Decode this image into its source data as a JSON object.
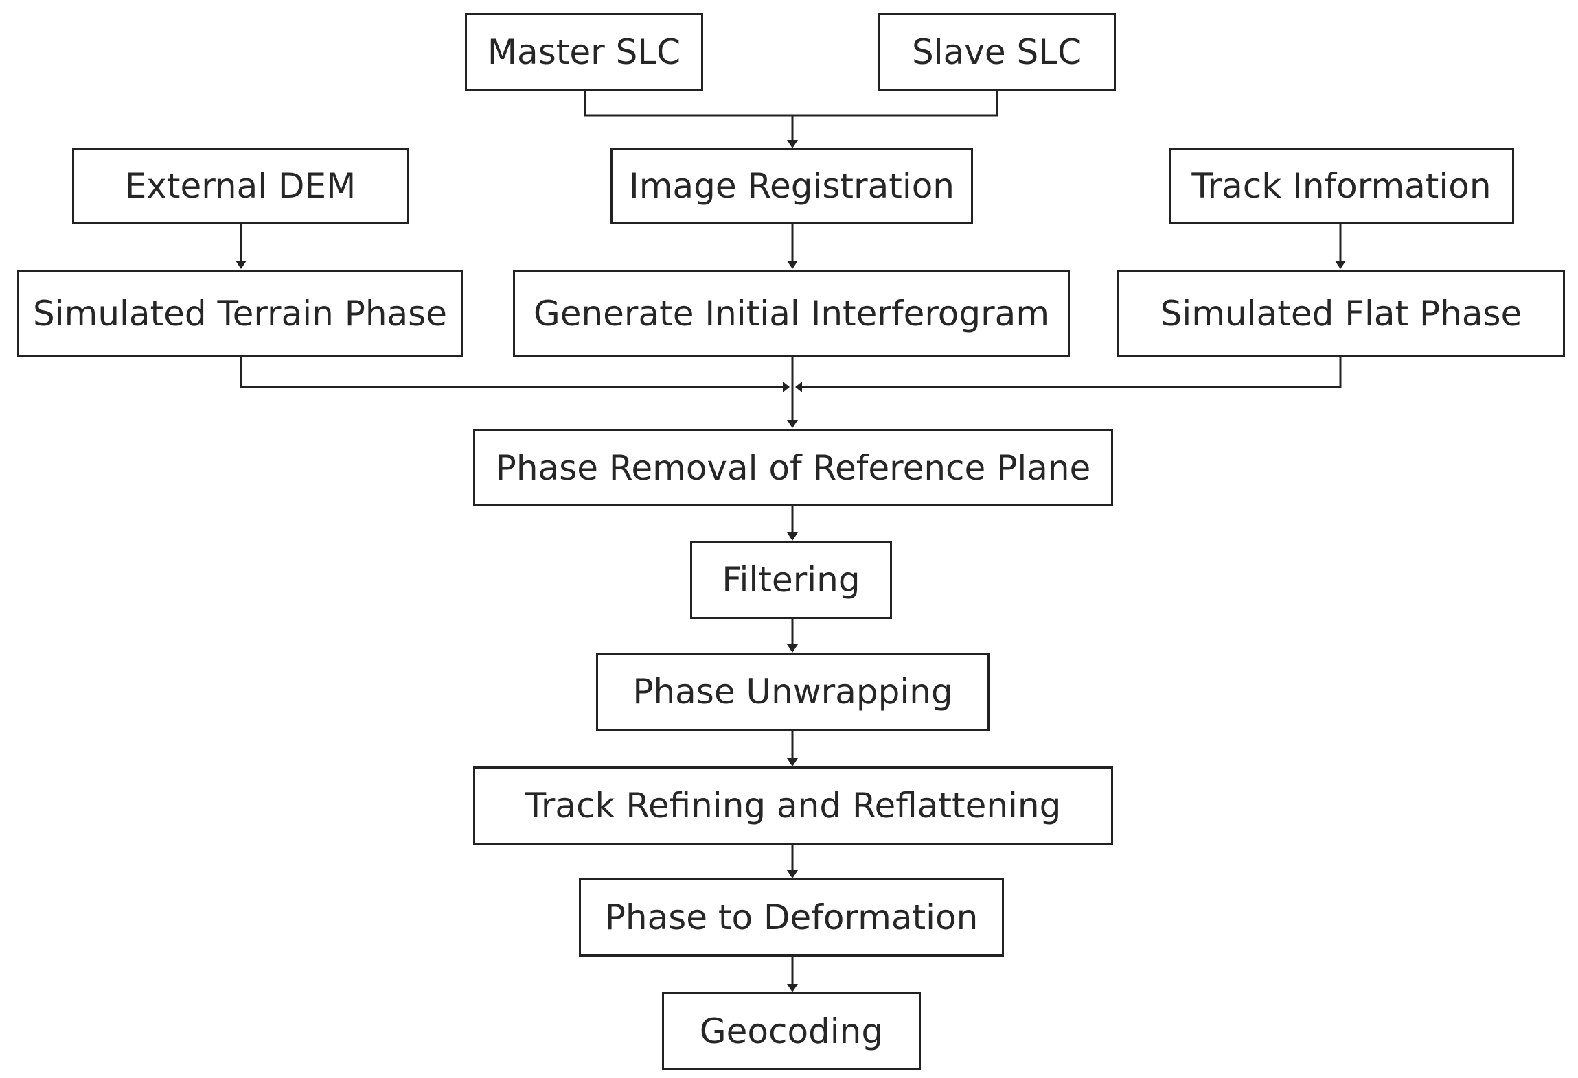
{
  "diagram": {
    "nodes": {
      "master_slc": "Master SLC",
      "slave_slc": "Slave SLC",
      "external_dem": "External DEM",
      "image_registration": "Image Registration",
      "track_information": "Track Information",
      "simulated_terrain_phase": "Simulated Terrain Phase",
      "generate_initial_interferogram": "Generate Initial Interferogram",
      "simulated_flat_phase": "Simulated Flat Phase",
      "phase_removal": "Phase Removal of Reference Plane",
      "filtering": "Filtering",
      "phase_unwrapping": "Phase Unwrapping",
      "track_refining": "Track Refining and Reflattening",
      "phase_to_deformation": "Phase to Deformation",
      "geocoding": "Geocoding"
    },
    "edges": [
      [
        "master_slc",
        "image_registration"
      ],
      [
        "slave_slc",
        "image_registration"
      ],
      [
        "external_dem",
        "simulated_terrain_phase"
      ],
      [
        "image_registration",
        "generate_initial_interferogram"
      ],
      [
        "track_information",
        "simulated_flat_phase"
      ],
      [
        "simulated_terrain_phase",
        "phase_removal"
      ],
      [
        "generate_initial_interferogram",
        "phase_removal"
      ],
      [
        "simulated_flat_phase",
        "phase_removal"
      ],
      [
        "phase_removal",
        "filtering"
      ],
      [
        "filtering",
        "phase_unwrapping"
      ],
      [
        "phase_unwrapping",
        "track_refining"
      ],
      [
        "track_refining",
        "phase_to_deformation"
      ],
      [
        "phase_to_deformation",
        "geocoding"
      ]
    ]
  }
}
